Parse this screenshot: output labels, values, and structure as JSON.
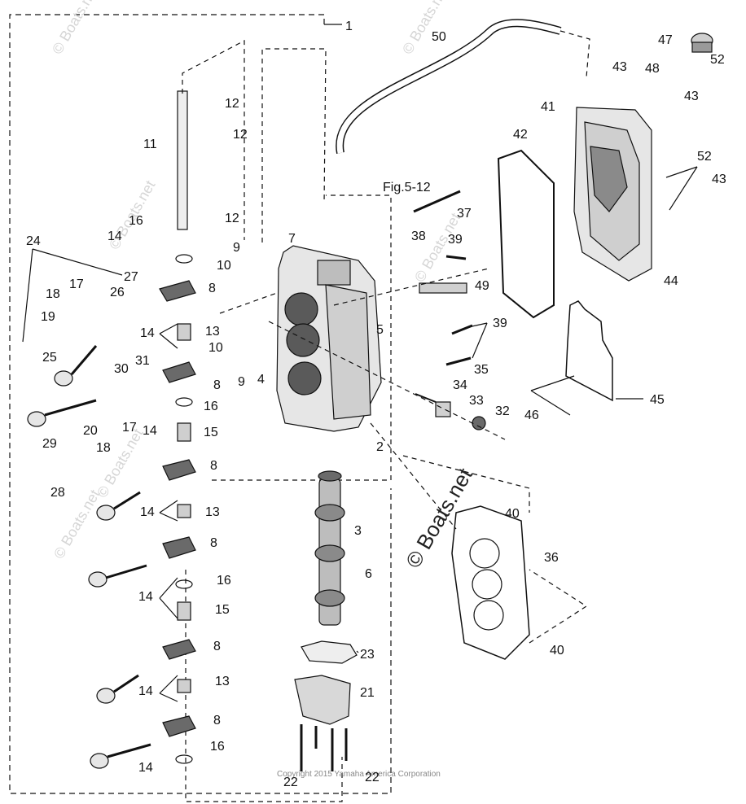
{
  "figure_ref": "Fig.5-12",
  "copyright": "Copyright 2015 Yamaha America Corporation",
  "watermark": "© Boats.net",
  "labels": {
    "p1": "1",
    "p2": "2",
    "p3": "3",
    "p4": "4",
    "p5": "5",
    "p6": "6",
    "p7": "7",
    "p8a": "8",
    "p8b": "8",
    "p8c": "8",
    "p8d": "8",
    "p8e": "8",
    "p8f": "8",
    "p9a": "9",
    "p9b": "9",
    "p10a": "10",
    "p10b": "10",
    "p11": "11",
    "p12a": "12",
    "p12b": "12",
    "p12c": "12",
    "p13a": "13",
    "p13b": "13",
    "p13c": "13",
    "p14a": "14",
    "p14b": "14",
    "p14c": "14",
    "p14d": "14",
    "p14e": "14",
    "p14f": "14",
    "p14g": "14",
    "p15a": "15",
    "p15b": "15",
    "p16a": "16",
    "p16b": "16",
    "p16c": "16",
    "p16d": "16",
    "p17a": "17",
    "p17b": "17",
    "p18a": "18",
    "p18b": "18",
    "p19": "19",
    "p20": "20",
    "p21": "21",
    "p22a": "22",
    "p22b": "22",
    "p23": "23",
    "p24": "24",
    "p25": "25",
    "p26": "26",
    "p27": "27",
    "p28": "28",
    "p29": "29",
    "p30": "30",
    "p31": "31",
    "p32": "32",
    "p33": "33",
    "p34": "34",
    "p35": "35",
    "p36": "36",
    "p37": "37",
    "p38": "38",
    "p39a": "39",
    "p39b": "39",
    "p40a": "40",
    "p40b": "40",
    "p41": "41",
    "p42": "42",
    "p43a": "43",
    "p43b": "43",
    "p43c": "43",
    "p44": "44",
    "p45": "45",
    "p46": "46",
    "p47": "47",
    "p48": "48",
    "p49": "49",
    "p50": "50",
    "p52a": "52",
    "p52b": "52"
  },
  "colors": {
    "ink": "#111111",
    "watermark": "#d6d6d6",
    "part_fill": "#e6e6e6",
    "part_dark": "#4a4a4a"
  }
}
